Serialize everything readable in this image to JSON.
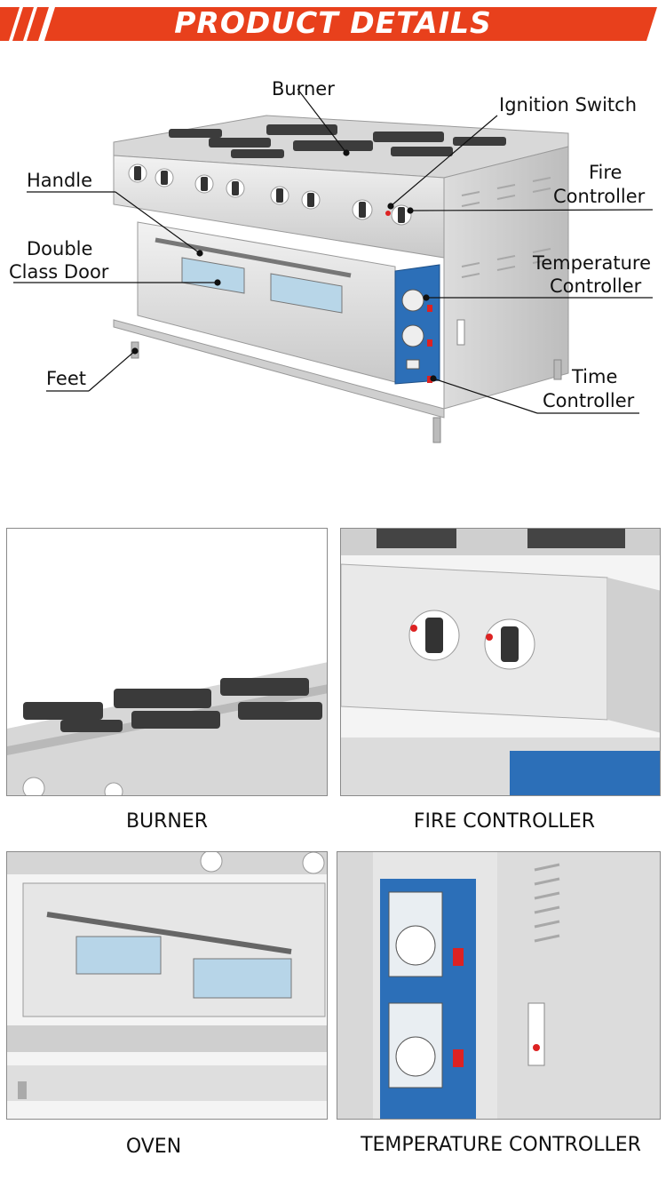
{
  "header": {
    "title": "PRODUCT DETAILS",
    "accent_color": "#e8401c"
  },
  "callouts": {
    "burner": "Burner",
    "ignition_switch": "Ignition Switch",
    "handle": "Handle",
    "fire_controller_line1": "Fire",
    "fire_controller_line2": "Controller",
    "double_door_line1": "Double",
    "double_door_line2": "Class Door",
    "temperature_controller_line1": "Temperature",
    "temperature_controller_line2": "Controller",
    "feet": "Feet",
    "time_controller_line1": "Time",
    "time_controller_line2": "Controller"
  },
  "details": [
    {
      "caption": "BURNER"
    },
    {
      "caption": "FIRE CONTROLLER"
    },
    {
      "caption": "OVEN"
    },
    {
      "caption": "TEMPERATURE CONTROLLER"
    }
  ]
}
